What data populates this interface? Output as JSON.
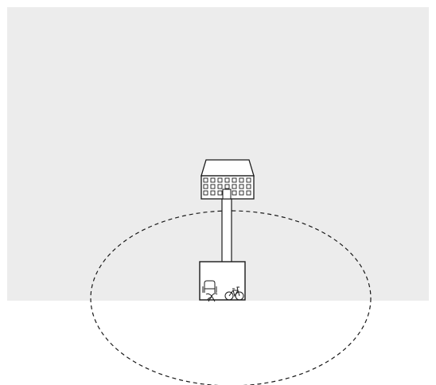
{
  "diagram": {
    "colors": {
      "background": "#ffffff",
      "region_fill": "#ececec",
      "stroke": "#1a1a1a",
      "building_fill": "#ffffff"
    },
    "nodes": [
      {
        "id": "apartment-building",
        "icon": "apartment-building-icon"
      },
      {
        "id": "ground-floor-unit",
        "icon": "house-unit-icon",
        "amenities": [
          "chair-icon",
          "plant-icon",
          "bicycle-icon"
        ]
      }
    ],
    "edges": [
      {
        "from": "apartment-building",
        "to": "ground-floor-unit",
        "style": "solid-double-line"
      }
    ],
    "zones": [
      {
        "id": "surrounding-area",
        "shape": "ellipse",
        "style": "dashed-outline",
        "around": "ground-floor-unit"
      }
    ]
  }
}
